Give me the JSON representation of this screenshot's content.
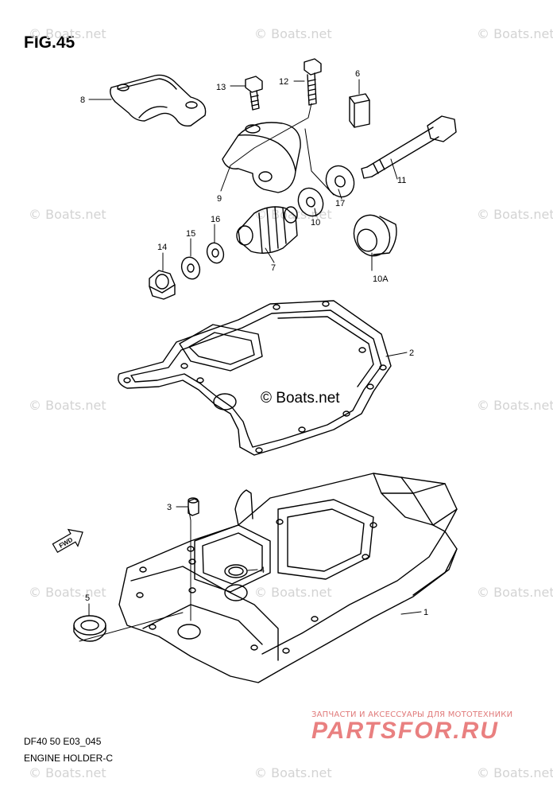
{
  "figure": {
    "title": "FIG.45"
  },
  "watermark": {
    "text": "© Boats.net",
    "center_text": "© Boats.net"
  },
  "footer": {
    "code": "DF40 50 E03_045",
    "name": "ENGINE HOLDER-C"
  },
  "callouts": {
    "p1": "1",
    "p2": "2",
    "p3": "3",
    "p4": "4",
    "p5": "5",
    "p6": "6",
    "p7": "7",
    "p8": "8",
    "p9": "9",
    "p10": "10",
    "p10a": "10A",
    "p11": "11",
    "p12": "12",
    "p13": "13",
    "p14": "14",
    "p15": "15",
    "p16": "16",
    "p17": "17"
  },
  "arrow": {
    "label": "FWD"
  },
  "brand": {
    "tagline": "ЗАПЧАСТИ И АКСЕССУАРЫ ДЛЯ МОТОТЕХНИКИ",
    "logo": "PARTSFOR.RU"
  }
}
